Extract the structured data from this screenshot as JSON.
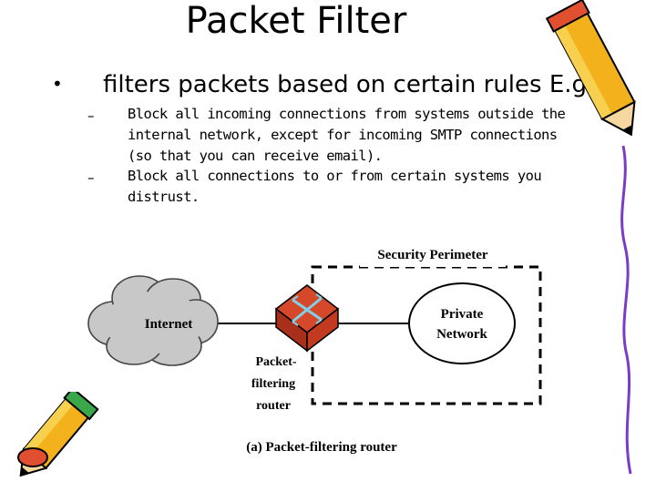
{
  "slide": {
    "title": "Packet Filter",
    "bullet": "filters packets based on certain rules E.g",
    "sub_bullets": [
      "Block all incoming connections from systems outside the internal network, except for incoming SMTP connections (so that you can receive email).",
      "Block all connections to or from certain systems you distrust."
    ]
  },
  "diagram": {
    "perimeter_label": "Security Perimeter",
    "internet_label": "Internet",
    "private_network_label": [
      "Private",
      "Network"
    ],
    "router_label": [
      "Packet-",
      "filtering",
      "router"
    ],
    "caption": "(a) Packet-filtering router"
  }
}
